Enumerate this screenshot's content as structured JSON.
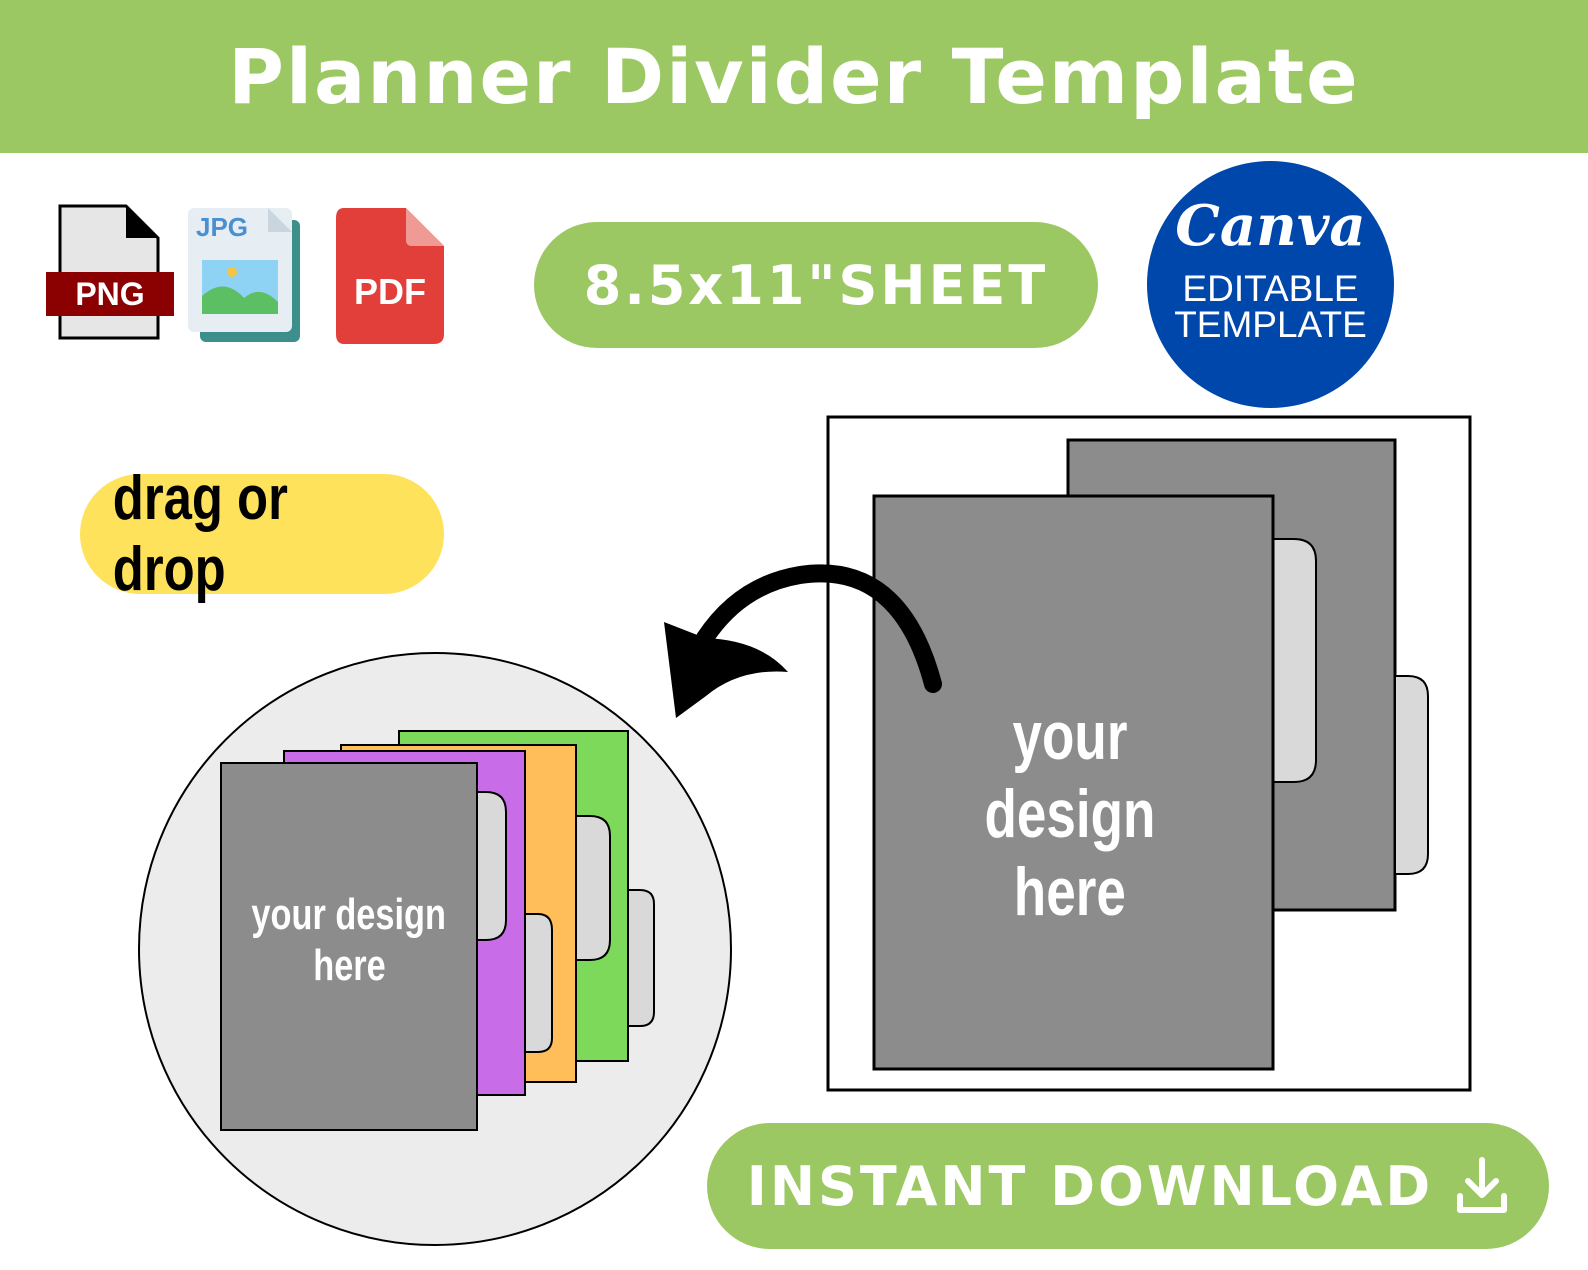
{
  "header": {
    "title": "Planner Divider Template"
  },
  "formats": [
    {
      "label": "PNG",
      "icon": "png-file-icon"
    },
    {
      "label": "JPG",
      "icon": "jpg-file-icon"
    },
    {
      "label": "PDF",
      "icon": "pdf-file-icon"
    }
  ],
  "sheet_badge": {
    "label": "8.5x11\"SHEET"
  },
  "canva_badge": {
    "logo": "Canva",
    "line1": "EDITABLE",
    "line2": "TEMPLATE"
  },
  "drag_badge": {
    "label": "drag or drop"
  },
  "preview": {
    "design_line1": "your design",
    "design_line2": "here"
  },
  "thumbnail": {
    "design_line1": "your design",
    "design_line2": "here"
  },
  "cta": {
    "label": "INSTANT DOWNLOAD"
  },
  "colors": {
    "banner": "#9cc863",
    "canva_blue": "#0047ab",
    "drag_yellow": "#ffe25c",
    "page_gray": "#8c8c8c",
    "divider_green": "#7dd95a",
    "divider_orange": "#ffbe5a",
    "divider_purple": "#c96ce8"
  }
}
